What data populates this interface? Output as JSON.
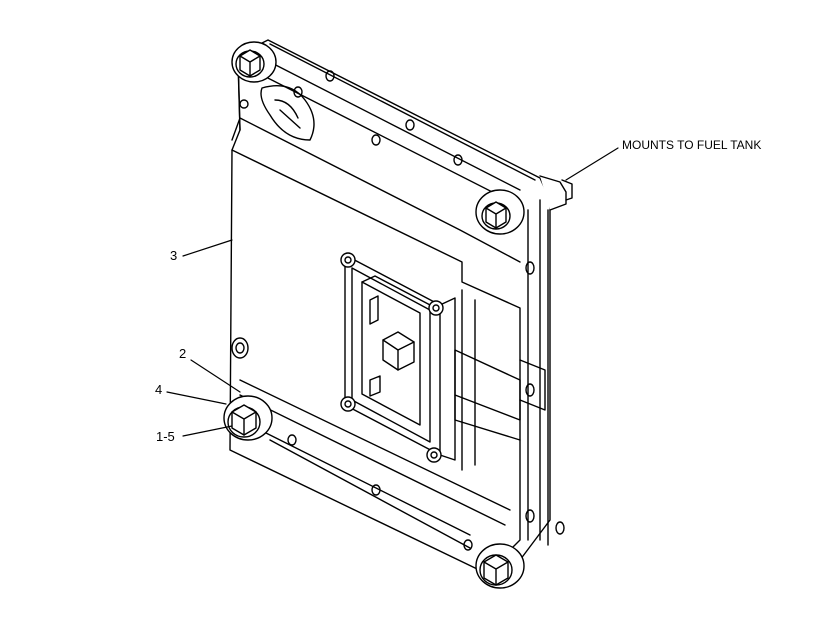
{
  "callouts": {
    "mounts_to_fuel_tank": "MOUNTS TO FUEL TANK",
    "item_3": "3",
    "item_2": "2",
    "item_4": "4",
    "item_1_5": "1-5"
  }
}
